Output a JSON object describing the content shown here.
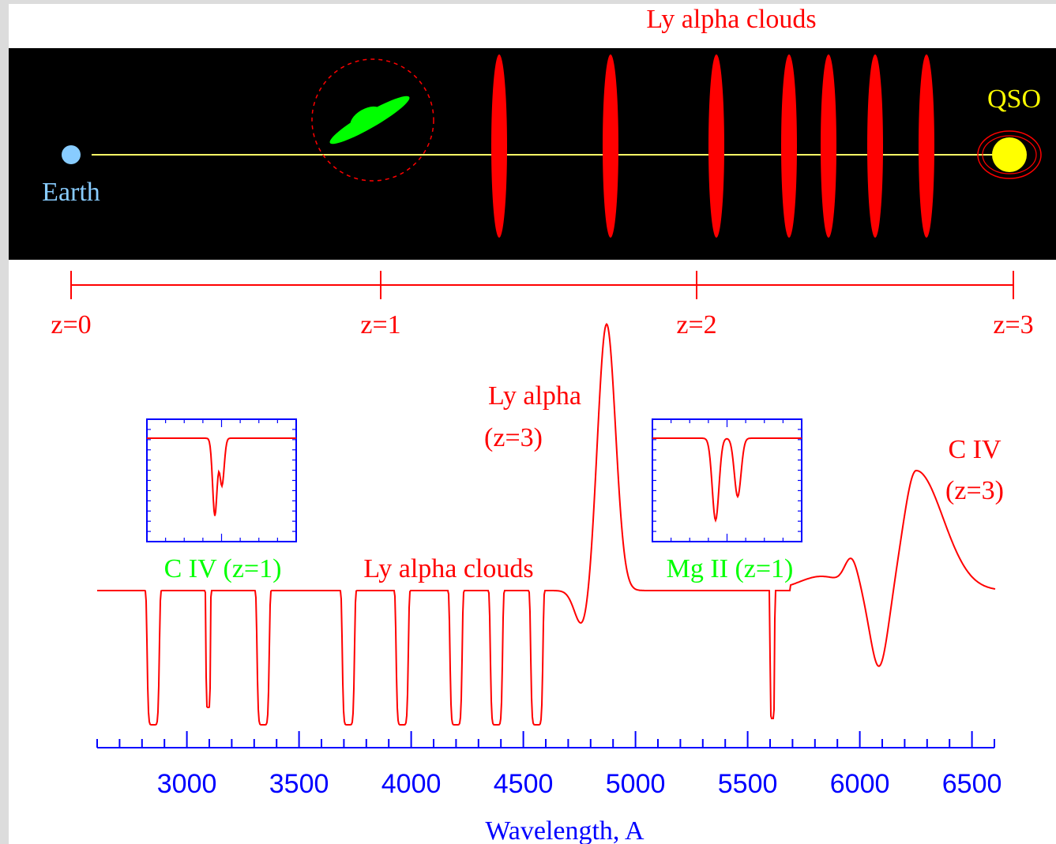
{
  "colors": {
    "background": "#ffffff",
    "panel": "#000000",
    "red": "#ff0000",
    "green": "#00ff00",
    "blue": "#0000ff",
    "yellow": "#ffff00",
    "earth": "#88ccff",
    "sightline": "#ffff66"
  },
  "diagram": {
    "top_title": "Ly alpha clouds",
    "earth_label": "Earth",
    "qso_label": "QSO",
    "redshift_ticks": [
      "z=0",
      "z=1",
      "z=2",
      "z=3"
    ],
    "spectrum_labels": {
      "civ_abs": "C IV (z=1)",
      "lya_clouds": "Ly alpha clouds",
      "lya_emission_line1": "Ly alpha",
      "lya_emission_line2": "(z=3)",
      "mgii_abs": "Mg II (z=1)",
      "civ_emission_line1": "C IV",
      "civ_emission_line2": "(z=3)"
    }
  },
  "chart_data": {
    "type": "line",
    "xlabel": "Wavelength, A",
    "xlim": [
      2600,
      6600
    ],
    "xticks": [
      3000,
      3500,
      4000,
      4500,
      5000,
      5500,
      6000,
      6500
    ],
    "tick_labels": [
      "3000",
      "3500",
      "4000",
      "4500",
      "5000",
      "5500",
      "6000",
      "6500"
    ],
    "absorption_lines": [
      {
        "label": "C IV (z=1)",
        "wavelength": 2850
      },
      {
        "label": "C IV (z=1)",
        "wavelength": 3095
      },
      {
        "label": "C IV (z=1)",
        "wavelength": 3340
      },
      {
        "label": "Ly alpha clouds",
        "wavelength": 3720
      },
      {
        "label": "Ly alpha clouds",
        "wavelength": 3960
      },
      {
        "label": "Ly alpha clouds",
        "wavelength": 4200
      },
      {
        "label": "Ly alpha clouds",
        "wavelength": 4380
      },
      {
        "label": "Ly alpha clouds",
        "wavelength": 4560
      },
      {
        "label": "Mg II (z=1)",
        "wavelength": 5610
      }
    ],
    "emission_lines": [
      {
        "label": "Ly alpha (z=3)",
        "wavelength": 4860
      },
      {
        "label": "C IV (z=3)",
        "wavelength": 6240
      }
    ]
  }
}
